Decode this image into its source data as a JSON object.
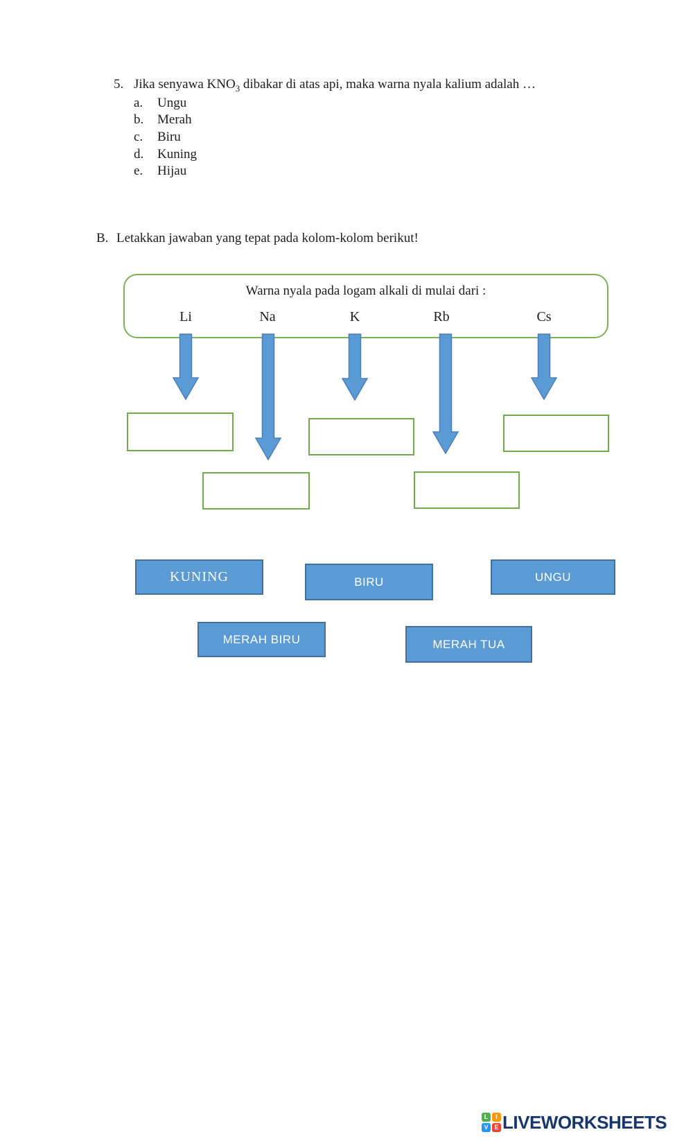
{
  "question": {
    "number": "5.",
    "formula_pre": "Jika senyawa KNO",
    "formula_sub": "3",
    "text_after": " dibakar di atas api, maka warna nyala kalium adalah …",
    "options": [
      {
        "letter": "a.",
        "label": "Ungu"
      },
      {
        "letter": "b.",
        "label": "Merah"
      },
      {
        "letter": "c.",
        "label": "Biru"
      },
      {
        "letter": "d.",
        "label": "Kuning"
      },
      {
        "letter": "e.",
        "label": "Hijau"
      }
    ]
  },
  "section_b": {
    "letter": "B.",
    "instruction": "Letakkan jawaban yang tepat pada kolom-kolom berikut!"
  },
  "diagram": {
    "title": "Warna nyala pada logam alkali di mulai dari :",
    "elements": [
      {
        "symbol": "Li"
      },
      {
        "symbol": "Na"
      },
      {
        "symbol": "K"
      },
      {
        "symbol": "Rb"
      },
      {
        "symbol": "Cs"
      }
    ],
    "answer_chips": [
      {
        "label": "KUNING"
      },
      {
        "label": "BIRU"
      },
      {
        "label": "UNGU"
      },
      {
        "label": "MERAH BIRU"
      },
      {
        "label": "MERAH TUA"
      }
    ]
  },
  "colors": {
    "arrow_fill": "#5b9bd5",
    "arrow_stroke": "#4a7ebb",
    "drop_border": "#72ab49",
    "container_border": "#7bb254",
    "chip_fill": "#5b9bd5",
    "chip_border": "#41719c",
    "brand_navy": "#17356e"
  },
  "footer": {
    "brand": "LIVEWORKSHEETS",
    "icon_letters": [
      "L",
      "I",
      "V",
      "E"
    ]
  }
}
